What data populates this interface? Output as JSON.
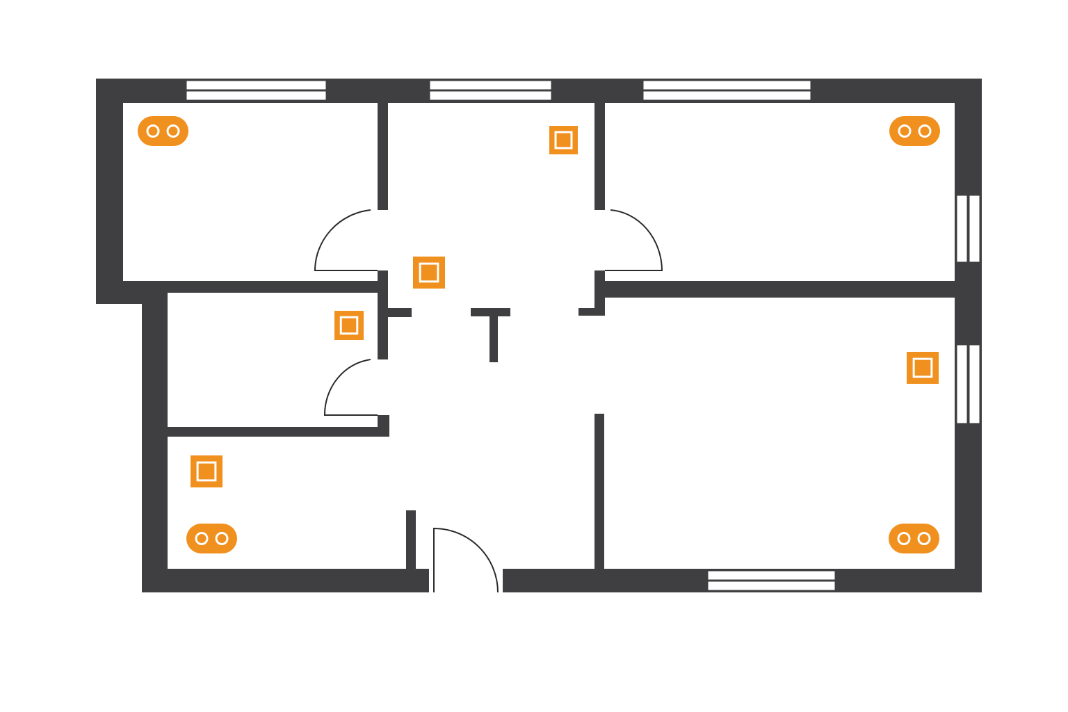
{
  "plan": {
    "colors": {
      "background": "#ffffff",
      "wall": "#3f3f41",
      "fixture": "#f0901e",
      "door_line": "#2a2a2a",
      "window_fill": "#ffffff"
    },
    "icons": {
      "outlet": "double-outlet-icon",
      "fixture": "square-fixture-icon",
      "window": "window-icon",
      "door": "door-swing-icon"
    },
    "outlet_count": 4,
    "fixture_count": 5,
    "window_count": 6,
    "door_count": 4
  }
}
